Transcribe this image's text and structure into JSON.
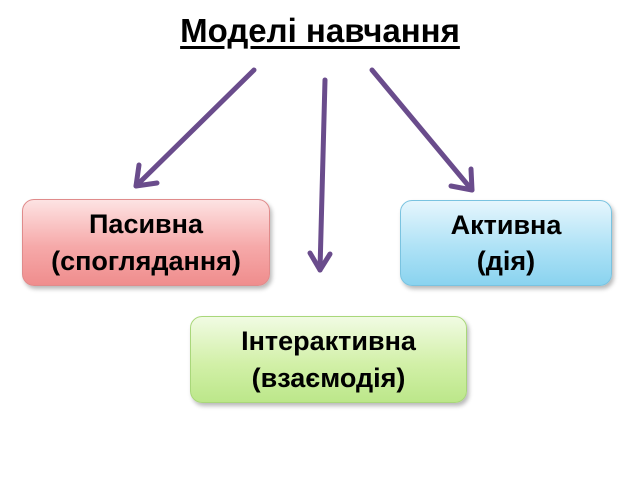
{
  "title": "Моделі навчання",
  "nodes": {
    "passive": {
      "line1": "Пасивна",
      "line2": "(споглядання)"
    },
    "active": {
      "line1": "Активна",
      "line2": "(дія)"
    },
    "interactive": {
      "line1": "Інтерактивна",
      "line2": "(взаємодія)"
    }
  },
  "colors": {
    "arrow": "#6a4c8c",
    "passive": "#f6a9a9",
    "active": "#aee2f6",
    "interactive": "#d2f0a8"
  }
}
